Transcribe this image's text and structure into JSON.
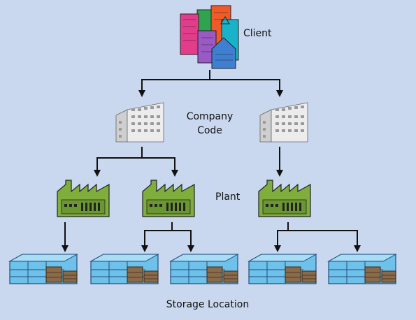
{
  "labels": {
    "client": "Client",
    "company_code_line1": "Company",
    "company_code_line2": "Code",
    "plant": "Plant",
    "storage_location": "Storage Location"
  },
  "colors": {
    "background": "#c9d7ef",
    "arrow": "#111111",
    "company_building": "#ececec",
    "plant_factory": "#7fae3c",
    "storage_warehouse": "#6ec1ea",
    "crate": "#8a6a48"
  },
  "hierarchy": {
    "client": {
      "icon": "city-buildings-icon",
      "company_codes": [
        {
          "icon": "office-building-icon",
          "plants": [
            {
              "icon": "factory-icon",
              "storage_locations": 1
            },
            {
              "icon": "factory-icon",
              "storage_locations": 2
            }
          ]
        },
        {
          "icon": "office-building-icon",
          "plants": [
            {
              "icon": "factory-icon",
              "storage_locations": 2
            }
          ]
        }
      ]
    }
  }
}
